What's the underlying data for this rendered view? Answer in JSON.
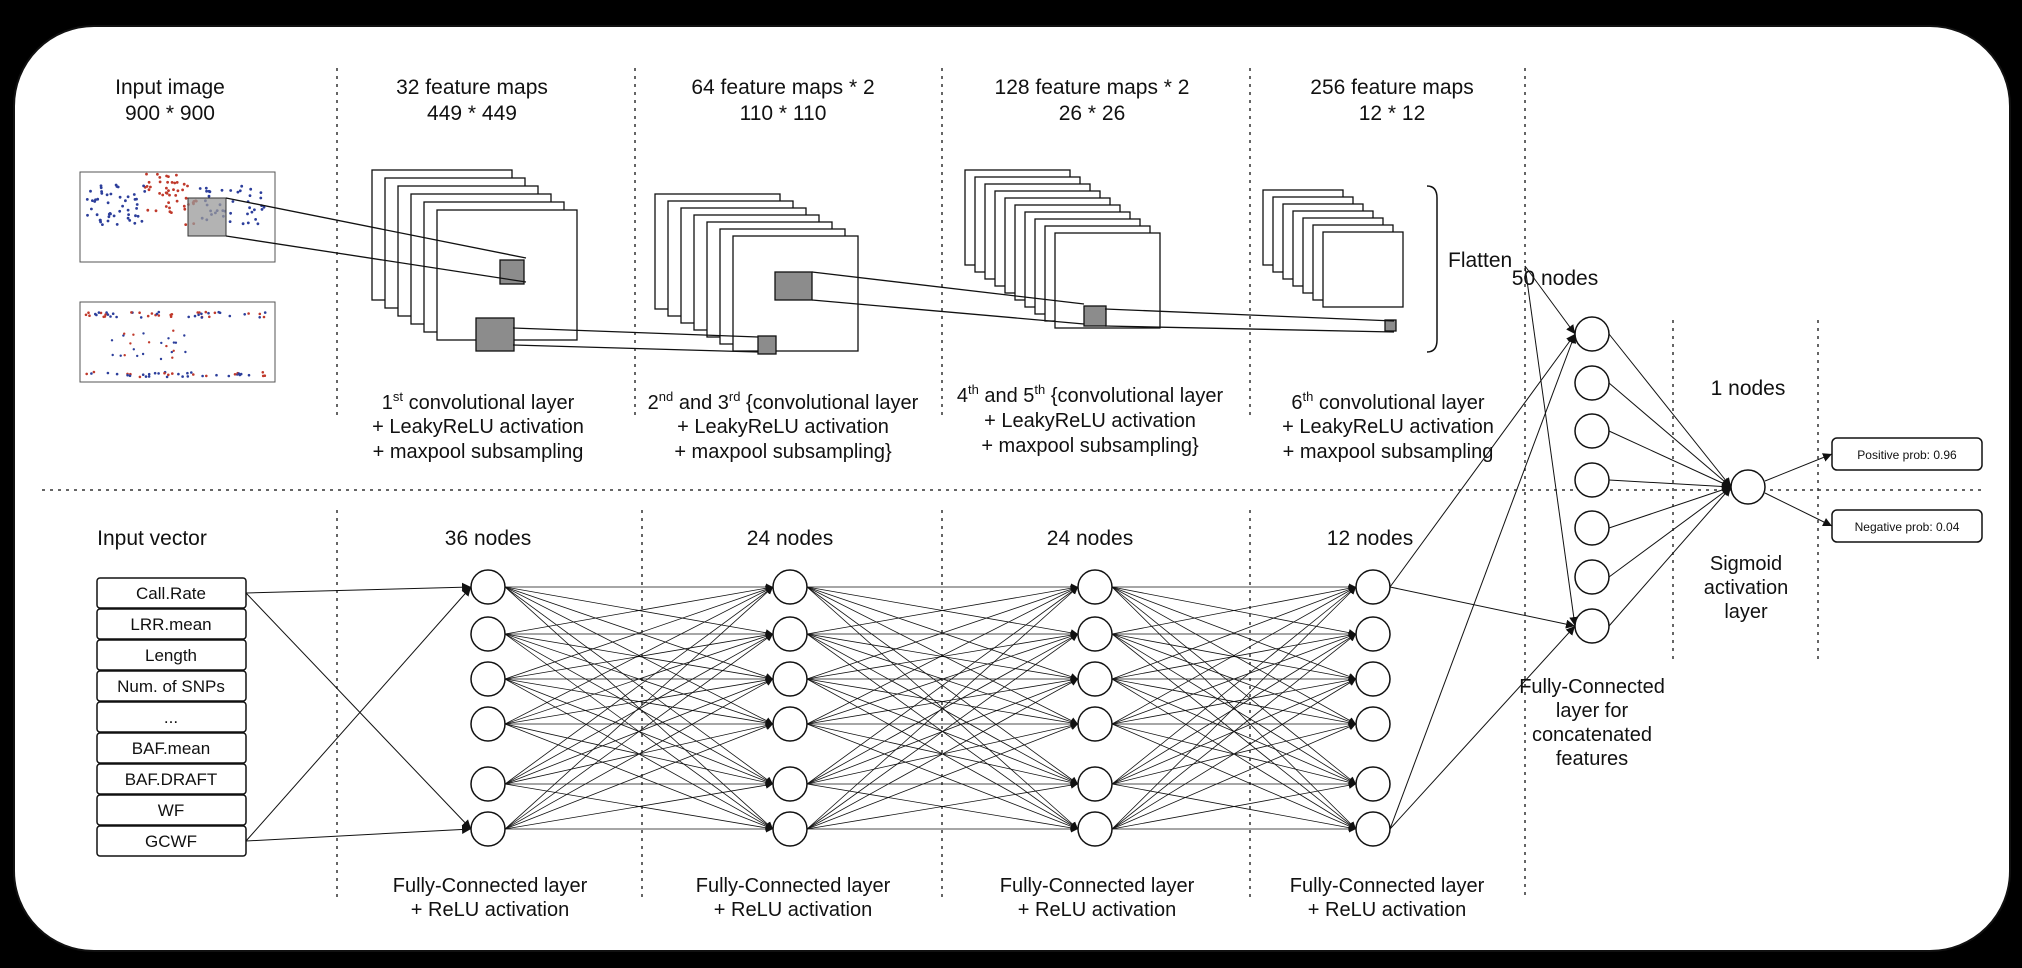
{
  "top_headers": [
    {
      "line1": "Input image",
      "line2": "900 * 900"
    },
    {
      "line1": "32 feature maps",
      "line2": "449 * 449"
    },
    {
      "line1": "64 feature maps * 2",
      "line2": "110 * 110"
    },
    {
      "line1": "128 feature maps * 2",
      "line2": "26 * 26"
    },
    {
      "line1": "256 feature maps",
      "line2": "12 * 12"
    }
  ],
  "conv_captions": [
    {
      "num": "1",
      "sup": "st",
      "rest": " convolutional layer",
      "line2": "+ LeakyReLU activation",
      "line3": "+ maxpool subsampling"
    },
    {
      "num": "2",
      "sup": "nd",
      "mid": " and 3",
      "sup2": "rd",
      "rest": " {convolutional layer",
      "line2": "+ LeakyReLU activation",
      "line3": "+ maxpool subsampling}"
    },
    {
      "num": "4",
      "sup": "th",
      "mid": " and 5",
      "sup2": "th",
      "rest": " {convolutional layer",
      "line2": "+ LeakyReLU activation",
      "line3": "+ maxpool subsampling}"
    },
    {
      "num": "6",
      "sup": "th",
      "rest": " convolutional layer",
      "line2": "+ LeakyReLU activation",
      "line3": "+ maxpool subsampling"
    }
  ],
  "flatten_label": "Flatten",
  "fifty_nodes_label": "50 nodes",
  "one_nodes_label": "1 nodes",
  "sigmoid_label": [
    "Sigmoid",
    "activation",
    "layer"
  ],
  "concat_label": [
    "Fully-Connected",
    "layer for",
    "concatenated",
    "features"
  ],
  "outputs": [
    "Positive prob: 0.96",
    "Negative prob: 0.04"
  ],
  "input_vector_label": "Input vector",
  "input_vector": [
    "Call.Rate",
    "LRR.mean",
    "Length",
    "Num. of SNPs",
    "...",
    "BAF.mean",
    "BAF.DRAFT",
    "WF",
    "GCWF"
  ],
  "fc_headers": [
    "36 nodes",
    "24 nodes",
    "24 nodes",
    "12 nodes"
  ],
  "fc_captions": [
    {
      "line1": "Fully-Connected layer",
      "line2": "+ ReLU activation"
    },
    {
      "line1": "Fully-Connected layer",
      "line2": "+ ReLU activation"
    },
    {
      "line1": "Fully-Connected layer",
      "line2": "+ ReLU activation"
    },
    {
      "line1": "Fully-Connected layer",
      "line2": "+ ReLU activation"
    }
  ],
  "colors": {
    "background": "#000000",
    "panel": "#ffffff",
    "stroke": "#111111",
    "kernel": "#8c8c8c",
    "scatter_red": "#c0392b",
    "scatter_blue": "#2c3e9b"
  }
}
